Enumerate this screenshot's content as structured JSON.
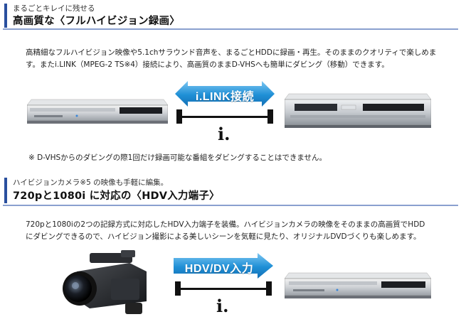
{
  "section1": {
    "subtitle": "まるごとキレイに残せる",
    "title": "高画質な〈フルハイビジョン録画〉",
    "body_line1": "高精細なフルハイビジョン映像や5.1chサラウンド音声を、まるごとHDDに録画・再生。そのままのクオリティで楽しめま",
    "body_line2": "す。またi.LINK（MPEG-2 TS※4）接続により、高画質のままD-VHSへも簡単にダビング（移動）できます。",
    "arrow_label": "i.LINK接続",
    "note": "※ D-VHSからのダビングの際1回だけ録画可能な番組をダビングすることはできません。",
    "ilink_glyph": "i."
  },
  "section2": {
    "subtitle": "ハイビジョンカメラ※5 の映像も手軽に編集。",
    "title": "720pと1080i に対応の〈HDV入力端子〉",
    "body_line1": "720pと1080iの2つの記録方式に対応したHDV入力端子を装備。ハイビジョンカメラの映像をそのままの高画質でHDD",
    "body_line2": "にダビングできるので、ハイビジョン撮影による美しいシーンを気軽に見たり、オリジナルDVDづくりも楽しめます。",
    "arrow_label": "HDV/DV入力",
    "ilink_glyph": "i."
  },
  "colors": {
    "accent_bar": "#2a4f9e",
    "rule": "#8aa0cf",
    "arrow_blue": "#1f8fd6",
    "arrow_light": "#7cc6f2"
  }
}
